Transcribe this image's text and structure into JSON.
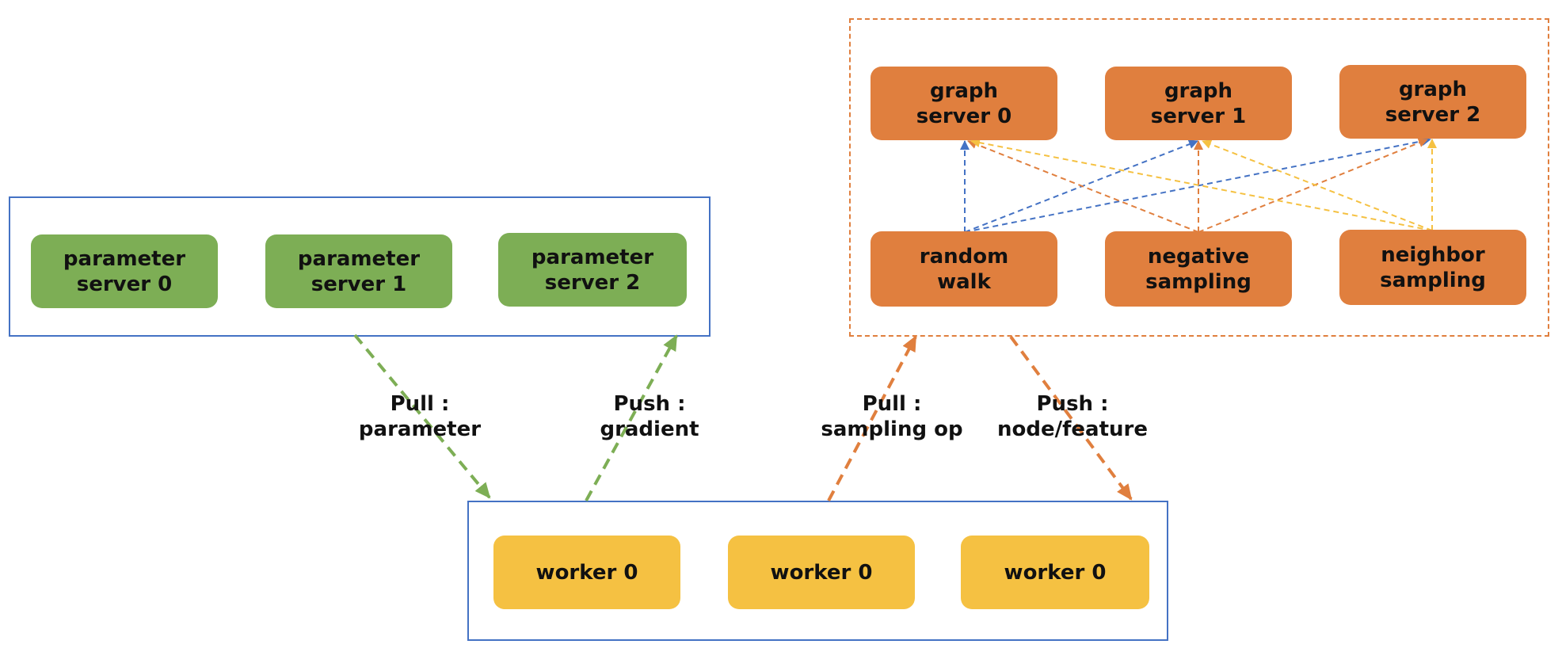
{
  "colors": {
    "container_border_blue": "#4472C4",
    "graph_group_border_orange": "#E07F3E",
    "parameter_fill_green": "#7DAE55",
    "graph_fill_orange": "#E07F3E",
    "worker_fill_yellow": "#F5C142",
    "arrow_green": "#7DAE55",
    "arrow_orange": "#E07F3E",
    "arrow_blue": "#4472C4",
    "arrow_yellow": "#F5C142"
  },
  "parameter_servers": [
    "parameter\nserver 0",
    "parameter\nserver 1",
    "parameter\nserver 2"
  ],
  "graph_servers": [
    "graph\nserver 0",
    "graph\nserver 1",
    "graph\nserver 2"
  ],
  "sampling_ops": [
    "random\nwalk",
    "negative\nsampling",
    "neighbor\nsampling"
  ],
  "workers": [
    "worker 0",
    "worker 0",
    "worker 0"
  ],
  "edge_labels": {
    "pull_parameter": "Pull :\nparameter",
    "push_gradient": "Push :\ngradient",
    "pull_sampling": "Pull :\nsampling op",
    "push_node_feature": "Push :\nnode/feature"
  }
}
